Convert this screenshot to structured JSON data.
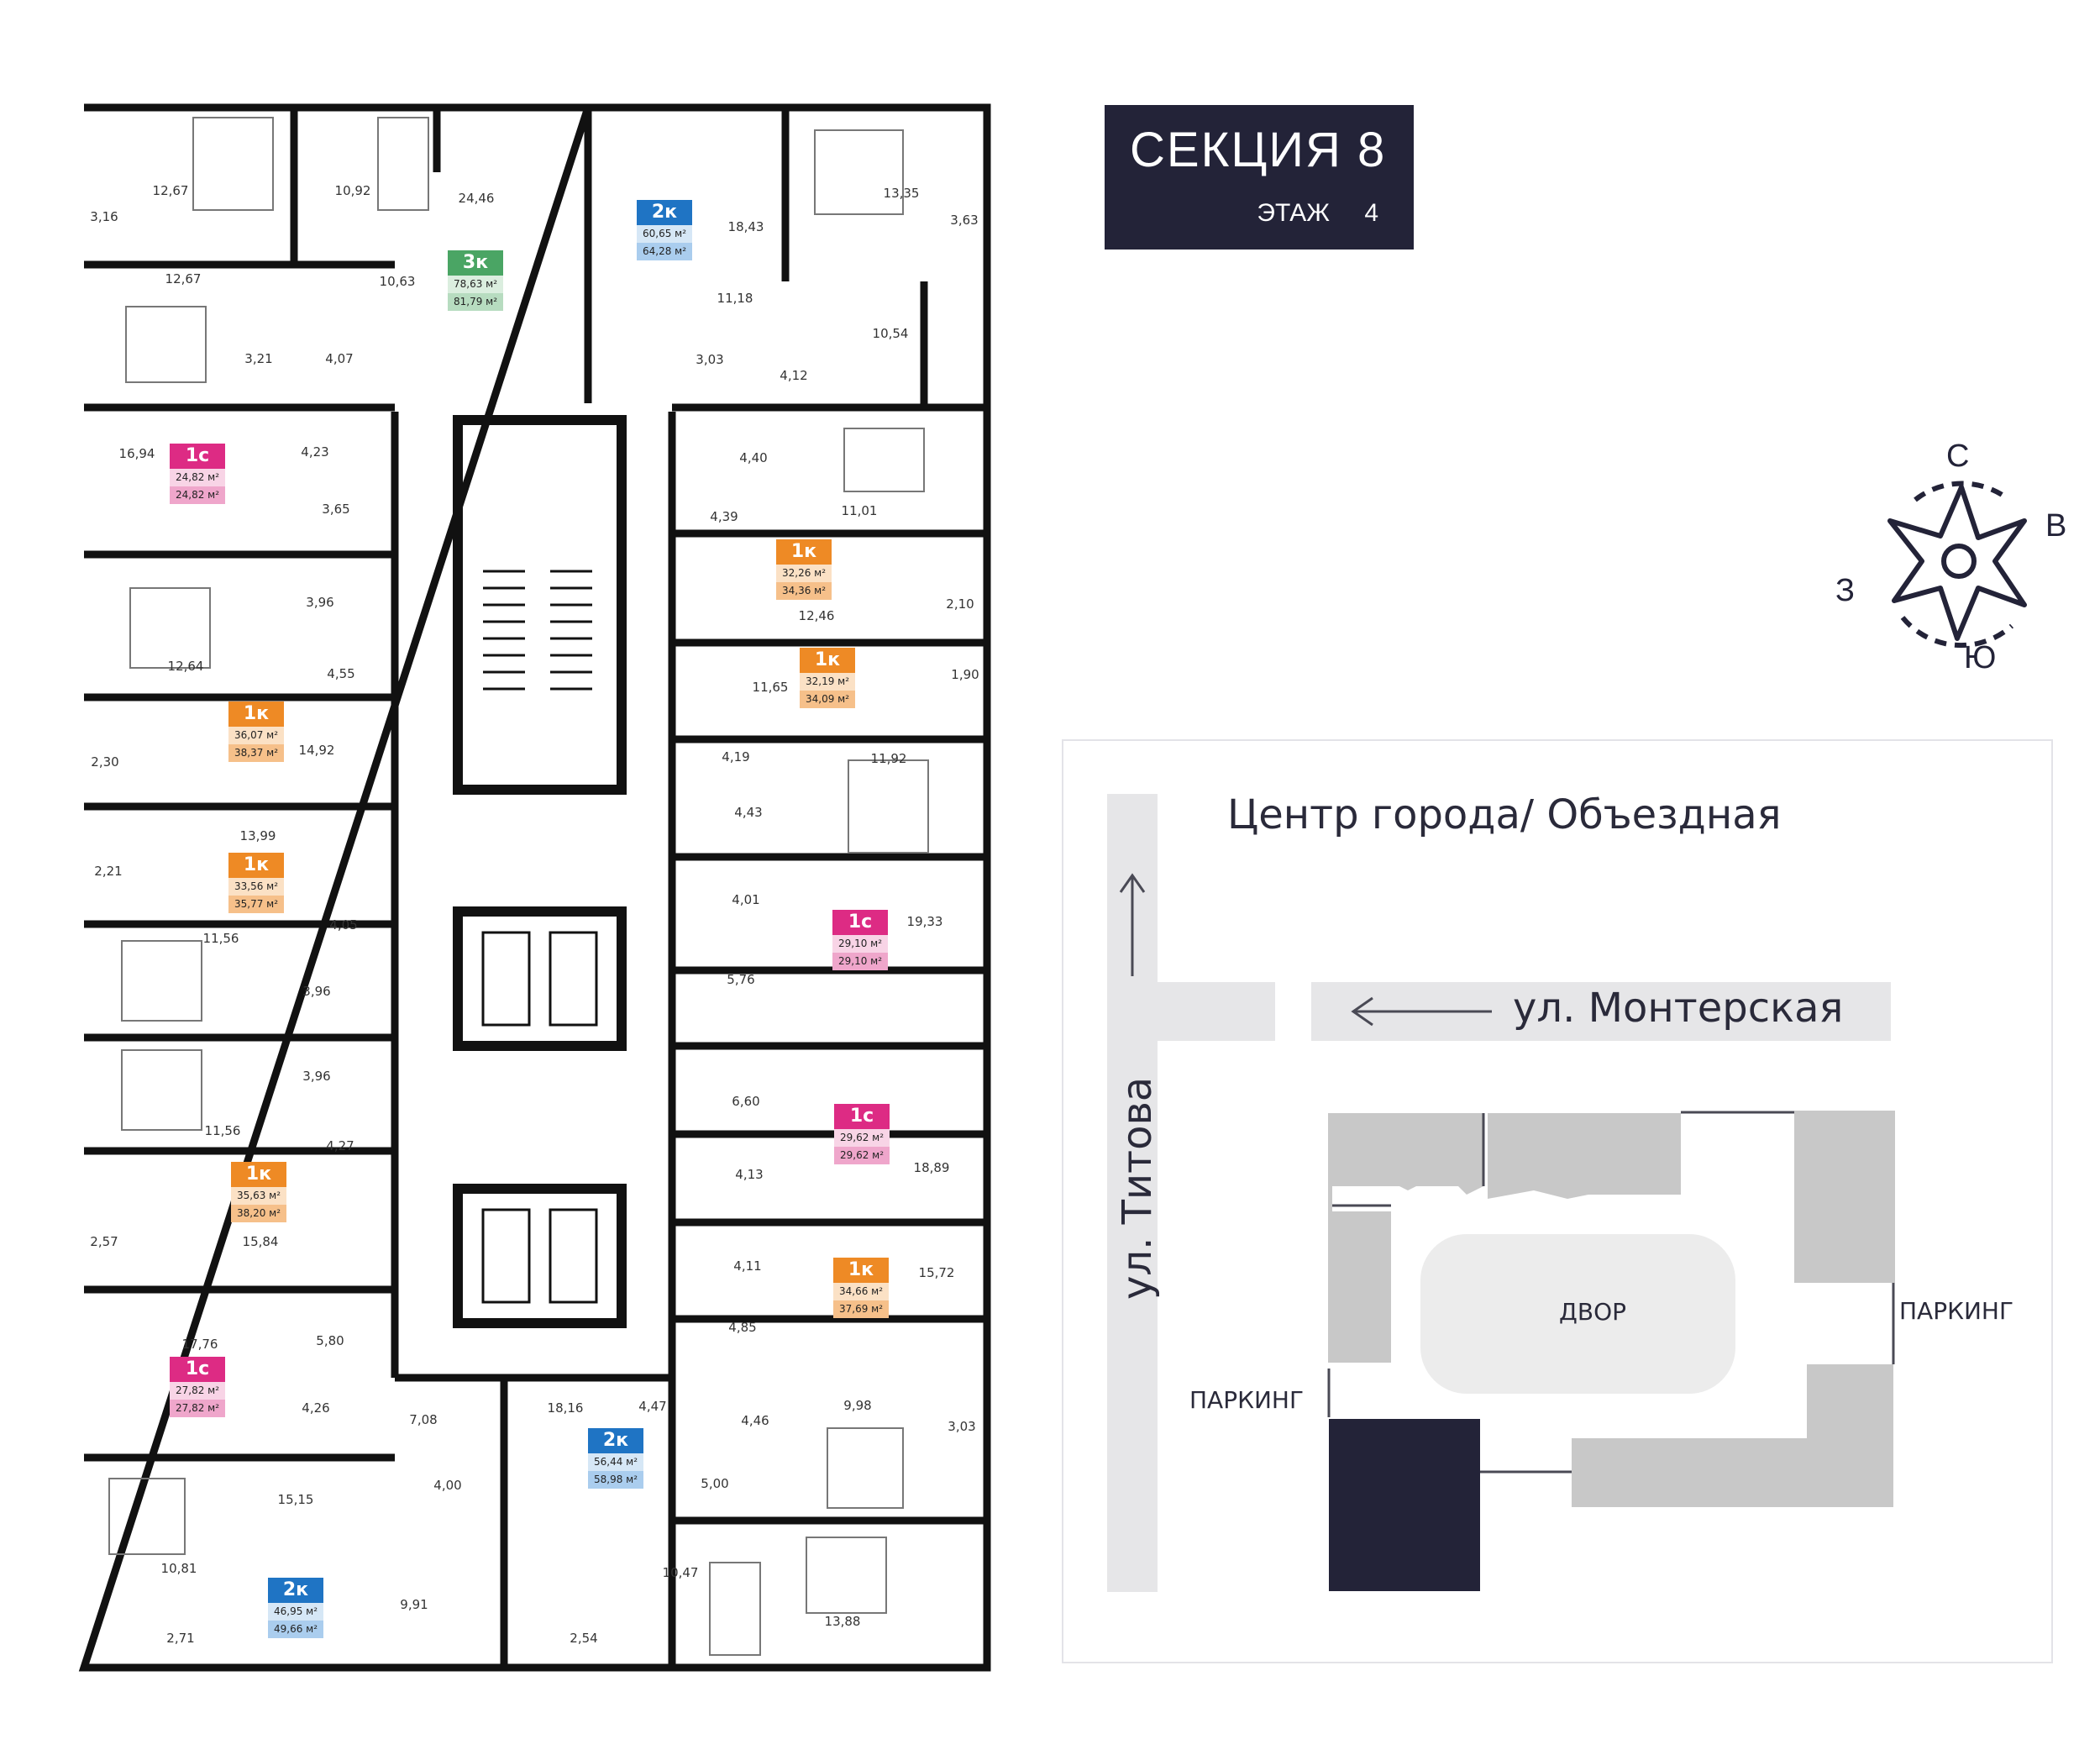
{
  "header": {
    "section_title": "СЕКЦИЯ 8",
    "floor_label": "ЭТАЖ",
    "floor_number": "4"
  },
  "compass": {
    "north": "С",
    "east": "В",
    "west": "З",
    "south": "Ю"
  },
  "sitemap": {
    "city_direction": "Центр города/ Объездная",
    "street_monterskaya": "ул. Монтерская",
    "street_titova": "ул. Титова",
    "yard": "ДВОР",
    "parking_right": "ПАРКИНГ",
    "parking_left": "ПАРКИНГ"
  },
  "units": [
    {
      "type": "3к",
      "area_living": "78,63 м²",
      "area_total": "81,79 м²",
      "color": "#4aa564"
    },
    {
      "type": "2к",
      "area_living": "60,65 м²",
      "area_total": "64,28 м²",
      "color": "#1f74c4"
    },
    {
      "type": "1с",
      "area_living": "24,82 м²",
      "area_total": "24,82 м²",
      "color": "#dd2b84"
    },
    {
      "type": "1к",
      "area_living": "32,26 м²",
      "area_total": "34,36 м²",
      "color": "#ee8a25"
    },
    {
      "type": "1к",
      "area_living": "32,19 м²",
      "area_total": "34,09 м²",
      "color": "#ee8a25"
    },
    {
      "type": "1к",
      "area_living": "36,07 м²",
      "area_total": "38,37 м²",
      "color": "#ee8a25"
    },
    {
      "type": "1к",
      "area_living": "33,56 м²",
      "area_total": "35,77 м²",
      "color": "#ee8a25"
    },
    {
      "type": "1с",
      "area_living": "29,10 м²",
      "area_total": "29,10 м²",
      "color": "#dd2b84"
    },
    {
      "type": "1с",
      "area_living": "29,62 м²",
      "area_total": "29,62 м²",
      "color": "#dd2b84"
    },
    {
      "type": "1к",
      "area_living": "35,63 м²",
      "area_total": "38,20 м²",
      "color": "#ee8a25"
    },
    {
      "type": "1к",
      "area_living": "34,66 м²",
      "area_total": "37,69 м²",
      "color": "#ee8a25"
    },
    {
      "type": "1с",
      "area_living": "27,82 м²",
      "area_total": "27,82 м²",
      "color": "#dd2b84"
    },
    {
      "type": "2к",
      "area_living": "56,44 м²",
      "area_total": "58,98 м²",
      "color": "#1f74c4"
    },
    {
      "type": "2к",
      "area_living": "46,95 м²",
      "area_total": "49,66 м²",
      "color": "#1f74c4"
    }
  ],
  "room_areas": [
    "12,67",
    "10,92",
    "24,46",
    "3,16",
    "18,43",
    "13,35",
    "3,63",
    "12,67",
    "10,63",
    "11,18",
    "3,21",
    "4,07",
    "10,54",
    "3,03",
    "4,12",
    "16,94",
    "4,23",
    "4,40",
    "3,65",
    "4,39",
    "11,01",
    "3,96",
    "12,46",
    "2,10",
    "12,64",
    "4,55",
    "11,65",
    "1,90",
    "14,92",
    "2,30",
    "4,19",
    "11,92",
    "13,99",
    "4,43",
    "2,21",
    "4,01",
    "19,33",
    "4,05",
    "11,56",
    "5,76",
    "3,96",
    "3,96",
    "6,60",
    "11,56",
    "4,27",
    "4,13",
    "18,89",
    "2,57",
    "15,84",
    "4,11",
    "15,72",
    "17,76",
    "5,80",
    "4,85",
    "4,26",
    "7,08",
    "18,16",
    "4,47",
    "4,46",
    "9,98",
    "4,00",
    "3,03",
    "15,15",
    "5,00",
    "10,81",
    "9,91",
    "10,47",
    "13,88",
    "2,71",
    "2,54"
  ]
}
